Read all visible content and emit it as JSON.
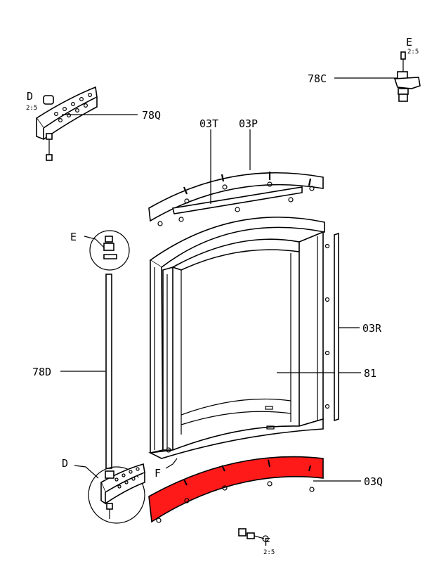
{
  "labels": {
    "l78C": "78C",
    "l78Q": "78Q",
    "l03T": "03T",
    "l03P": "03P",
    "l03R": "03R",
    "l81": "81",
    "l78D": "78D",
    "l03Q": "03Q",
    "lE_top": "E",
    "lE_mid": "E",
    "lD_top": "D",
    "lD_bot": "D",
    "lF_mid": "F",
    "lF_bot": "F"
  },
  "scales": {
    "sE_top": "2:5",
    "sD_top": "2:5",
    "sF_bot": "2:5"
  },
  "colors": {
    "highlight": "#ff1a1a",
    "line": "#000000"
  }
}
